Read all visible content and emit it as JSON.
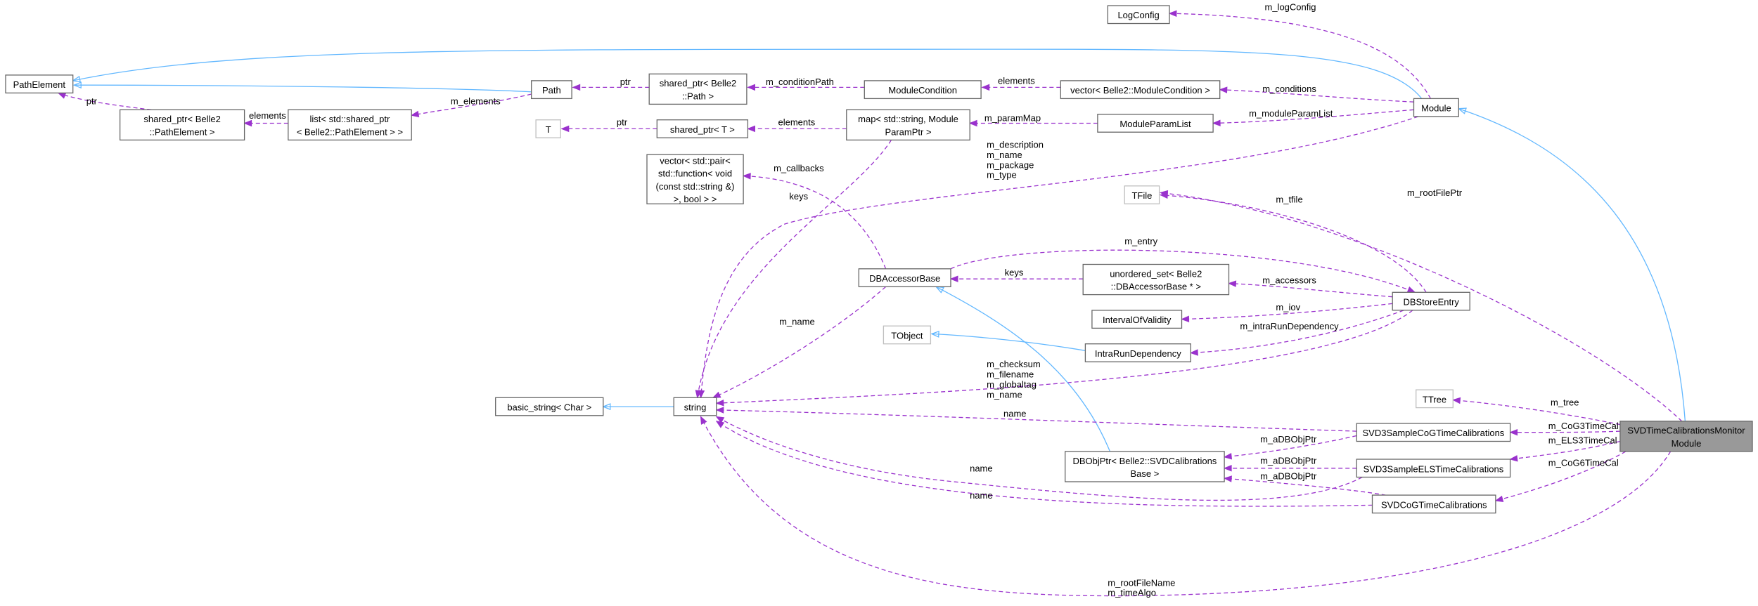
{
  "colors": {
    "inherit": "#63b8ff",
    "usage": "#9a32cd",
    "node_border": "#666666",
    "node_border_light": "#bfbfbf",
    "node_fill": "#ffffff",
    "focus_fill": "#999999"
  },
  "nodes": [
    {
      "id": "PathElement",
      "lines": [
        "PathElement"
      ],
      "style": "normal"
    },
    {
      "id": "Path",
      "lines": [
        "Path"
      ],
      "style": "normal"
    },
    {
      "id": "shared_ptr_PathElement",
      "lines": [
        "shared_ptr< Belle2",
        "::PathElement >"
      ],
      "style": "normal"
    },
    {
      "id": "list_PathElement",
      "lines": [
        "list< std::shared_ptr",
        "< Belle2::PathElement > >"
      ],
      "style": "normal"
    },
    {
      "id": "shared_ptr_Path",
      "lines": [
        "shared_ptr< Belle2",
        "::Path >"
      ],
      "style": "normal"
    },
    {
      "id": "ModuleCondition",
      "lines": [
        "ModuleCondition"
      ],
      "style": "normal"
    },
    {
      "id": "vector_ModuleCondition",
      "lines": [
        "vector< Belle2::ModuleCondition >"
      ],
      "style": "normal"
    },
    {
      "id": "LogConfig",
      "lines": [
        "LogConfig"
      ],
      "style": "normal"
    },
    {
      "id": "Module",
      "lines": [
        "Module"
      ],
      "style": "normal"
    },
    {
      "id": "T",
      "lines": [
        "T"
      ],
      "style": "light"
    },
    {
      "id": "shared_ptr_T",
      "lines": [
        "shared_ptr< T >"
      ],
      "style": "normal"
    },
    {
      "id": "map_ModuleParamPtr",
      "lines": [
        "map< std::string, Module",
        "ParamPtr >"
      ],
      "style": "normal"
    },
    {
      "id": "ModuleParamList",
      "lines": [
        "ModuleParamList"
      ],
      "style": "normal"
    },
    {
      "id": "vector_pair_function",
      "lines": [
        "vector< std::pair<",
        "std::function< void",
        "(const std::string &)",
        ">, bool > >"
      ],
      "style": "normal"
    },
    {
      "id": "TFile",
      "lines": [
        "TFile"
      ],
      "style": "light"
    },
    {
      "id": "DBAccessorBase",
      "lines": [
        "DBAccessorBase"
      ],
      "style": "normal"
    },
    {
      "id": "unordered_set",
      "lines": [
        "unordered_set< Belle2",
        "::DBAccessorBase * >"
      ],
      "style": "normal"
    },
    {
      "id": "DBStoreEntry",
      "lines": [
        "DBStoreEntry"
      ],
      "style": "normal"
    },
    {
      "id": "IntervalOfValidity",
      "lines": [
        "IntervalOfValidity"
      ],
      "style": "normal"
    },
    {
      "id": "TObject",
      "lines": [
        "TObject"
      ],
      "style": "light"
    },
    {
      "id": "IntraRunDependency",
      "lines": [
        "IntraRunDependency"
      ],
      "style": "normal"
    },
    {
      "id": "basic_string",
      "lines": [
        "basic_string< Char >"
      ],
      "style": "normal"
    },
    {
      "id": "string",
      "lines": [
        "string"
      ],
      "style": "normal"
    },
    {
      "id": "TTree",
      "lines": [
        "TTree"
      ],
      "style": "light"
    },
    {
      "id": "SVD3SampleCoGTimeCalibrations",
      "lines": [
        "SVD3SampleCoGTimeCalibrations"
      ],
      "style": "normal"
    },
    {
      "id": "DBObjPtr_SVDCalibrationsBase",
      "lines": [
        "DBObjPtr< Belle2::SVDCalibrations",
        "Base >"
      ],
      "style": "normal"
    },
    {
      "id": "SVD3SampleELSTimeCalibrations",
      "lines": [
        "SVD3SampleELSTimeCalibrations"
      ],
      "style": "normal"
    },
    {
      "id": "SVDCoGTimeCalibrations",
      "lines": [
        "SVDCoGTimeCalibrations"
      ],
      "style": "normal"
    },
    {
      "id": "SVDTimeCalibrationsMonitorModule",
      "lines": [
        "SVDTimeCalibrationsMonitor",
        "Module"
      ],
      "style": "focus"
    }
  ],
  "edges": [
    {
      "id": "module-inherits-pathelement",
      "kind": "inherit",
      "label": []
    },
    {
      "id": "path-inherits-pathelement",
      "kind": "inherit",
      "label": []
    },
    {
      "id": "shared-ptr-pathelement-ptr",
      "kind": "usage",
      "label": [
        "ptr"
      ]
    },
    {
      "id": "list-elements",
      "kind": "usage",
      "label": [
        "elements"
      ]
    },
    {
      "id": "path-m-elements",
      "kind": "usage",
      "label": [
        "m_elements"
      ]
    },
    {
      "id": "shared-ptr-path-ptr",
      "kind": "usage",
      "label": [
        "ptr"
      ]
    },
    {
      "id": "modulecondition-m-conditionpath",
      "kind": "usage",
      "label": [
        "m_conditionPath"
      ]
    },
    {
      "id": "vector-modulecondition-elements",
      "kind": "usage",
      "label": [
        "elements"
      ]
    },
    {
      "id": "module-m-conditions",
      "kind": "usage",
      "label": [
        "m_conditions"
      ]
    },
    {
      "id": "module-m-logconfig",
      "kind": "usage",
      "label": [
        "m_logConfig"
      ]
    },
    {
      "id": "shared-ptr-t-ptr",
      "kind": "usage",
      "label": [
        "ptr"
      ]
    },
    {
      "id": "map-elements",
      "kind": "usage",
      "label": [
        "elements"
      ]
    },
    {
      "id": "moduleparamlist-m-parammap",
      "kind": "usage",
      "label": [
        "m_paramMap"
      ]
    },
    {
      "id": "module-m-moduleparamlist",
      "kind": "usage",
      "label": [
        "m_moduleParamList"
      ]
    },
    {
      "id": "map-keys",
      "kind": "usage",
      "label": [
        "keys"
      ]
    },
    {
      "id": "module-string-members",
      "kind": "usage",
      "label": [
        "m_description",
        "m_name",
        "m_package",
        "m_type"
      ]
    },
    {
      "id": "dbaccessorbase-m-callbacks",
      "kind": "usage",
      "label": [
        "m_callbacks"
      ]
    },
    {
      "id": "dbaccessorbase-m-name",
      "kind": "usage",
      "label": [
        "m_name"
      ]
    },
    {
      "id": "dbstoreentry-m-entry",
      "kind": "usage",
      "label": [
        "m_entry"
      ]
    },
    {
      "id": "unordered-set-keys",
      "kind": "usage",
      "label": [
        "keys"
      ]
    },
    {
      "id": "dbstoreentry-m-accessors",
      "kind": "usage",
      "label": [
        "m_accessors"
      ]
    },
    {
      "id": "dbstoreentry-m-tfile",
      "kind": "usage",
      "label": [
        "m_tfile"
      ]
    },
    {
      "id": "dbstoreentry-m-iov",
      "kind": "usage",
      "label": [
        "m_iov"
      ]
    },
    {
      "id": "dbstoreentry-m-intrarundependency",
      "kind": "usage",
      "label": [
        "m_intraRunDependency"
      ]
    },
    {
      "id": "dbstoreentry-string-members",
      "kind": "usage",
      "label": [
        "m_checksum",
        "m_filename",
        "m_globaltag",
        "m_name"
      ]
    },
    {
      "id": "intrarun-inherits-tobject",
      "kind": "inherit",
      "label": []
    },
    {
      "id": "string-inherits-basic-string",
      "kind": "inherit",
      "label": []
    },
    {
      "id": "dbobjptr-inherits-dbaccessorbase",
      "kind": "inherit",
      "label": []
    },
    {
      "id": "svd3cog-name",
      "kind": "usage",
      "label": [
        "name"
      ]
    },
    {
      "id": "svd3cog-m-adbobjptr",
      "kind": "usage",
      "label": [
        "m_aDBObjPtr"
      ]
    },
    {
      "id": "svd3els-m-adbobjptr",
      "kind": "usage",
      "label": [
        "m_aDBObjPtr"
      ]
    },
    {
      "id": "svdcog-m-adbobjptr",
      "kind": "usage",
      "label": [
        "m_aDBObjPtr"
      ]
    },
    {
      "id": "svd3els-name",
      "kind": "usage",
      "label": [
        "name"
      ]
    },
    {
      "id": "svdcog-name",
      "kind": "usage",
      "label": [
        "name"
      ]
    },
    {
      "id": "monitor-inherits-module",
      "kind": "inherit",
      "label": []
    },
    {
      "id": "monitor-m-rootfileptr",
      "kind": "usage",
      "label": [
        "m_rootFilePtr"
      ]
    },
    {
      "id": "monitor-m-tree",
      "kind": "usage",
      "label": [
        "m_tree"
      ]
    },
    {
      "id": "monitor-m-cog3timecal",
      "kind": "usage",
      "label": [
        "m_CoG3TimeCal"
      ]
    },
    {
      "id": "monitor-m-els3timecal",
      "kind": "usage",
      "label": [
        "m_ELS3TimeCal"
      ]
    },
    {
      "id": "monitor-m-cog6timecal",
      "kind": "usage",
      "label": [
        "m_CoG6TimeCal"
      ]
    },
    {
      "id": "monitor-string-members",
      "kind": "usage",
      "label": [
        "m_rootFileName",
        "m_timeAlgo"
      ]
    }
  ]
}
